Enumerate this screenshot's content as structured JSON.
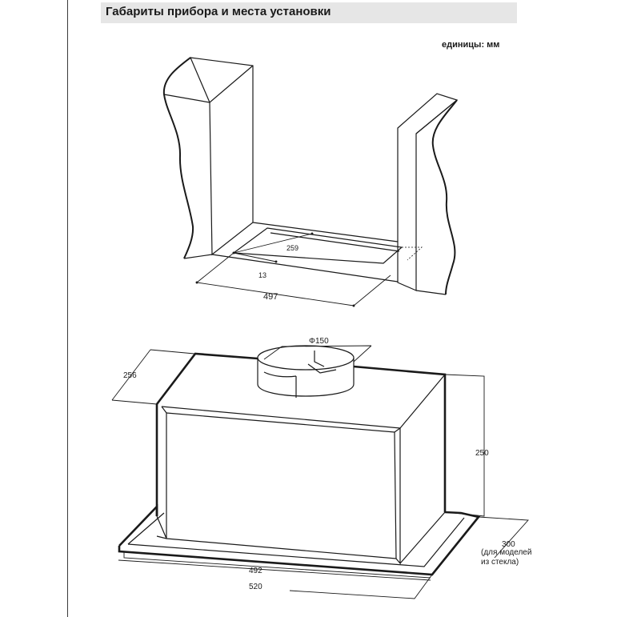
{
  "header": {
    "title": "Габариты прибора и места установки"
  },
  "units": {
    "label": "единицы",
    "sep": ":",
    "value": "мм"
  },
  "cutout": {
    "depth_label": "259",
    "offset_label": "13",
    "width_label": "497"
  },
  "hood": {
    "duct_label": "Φ150",
    "depth_label": "256",
    "height_label": "250",
    "glass_depth_value": "300",
    "glass_note_line1": "(для моделей",
    "glass_note_line2": "из стекла)",
    "inner_width_label": "492",
    "outer_width_label": "520"
  },
  "colors": {
    "line": "#1a1a1a",
    "header_bg": "#e6e6e6"
  }
}
